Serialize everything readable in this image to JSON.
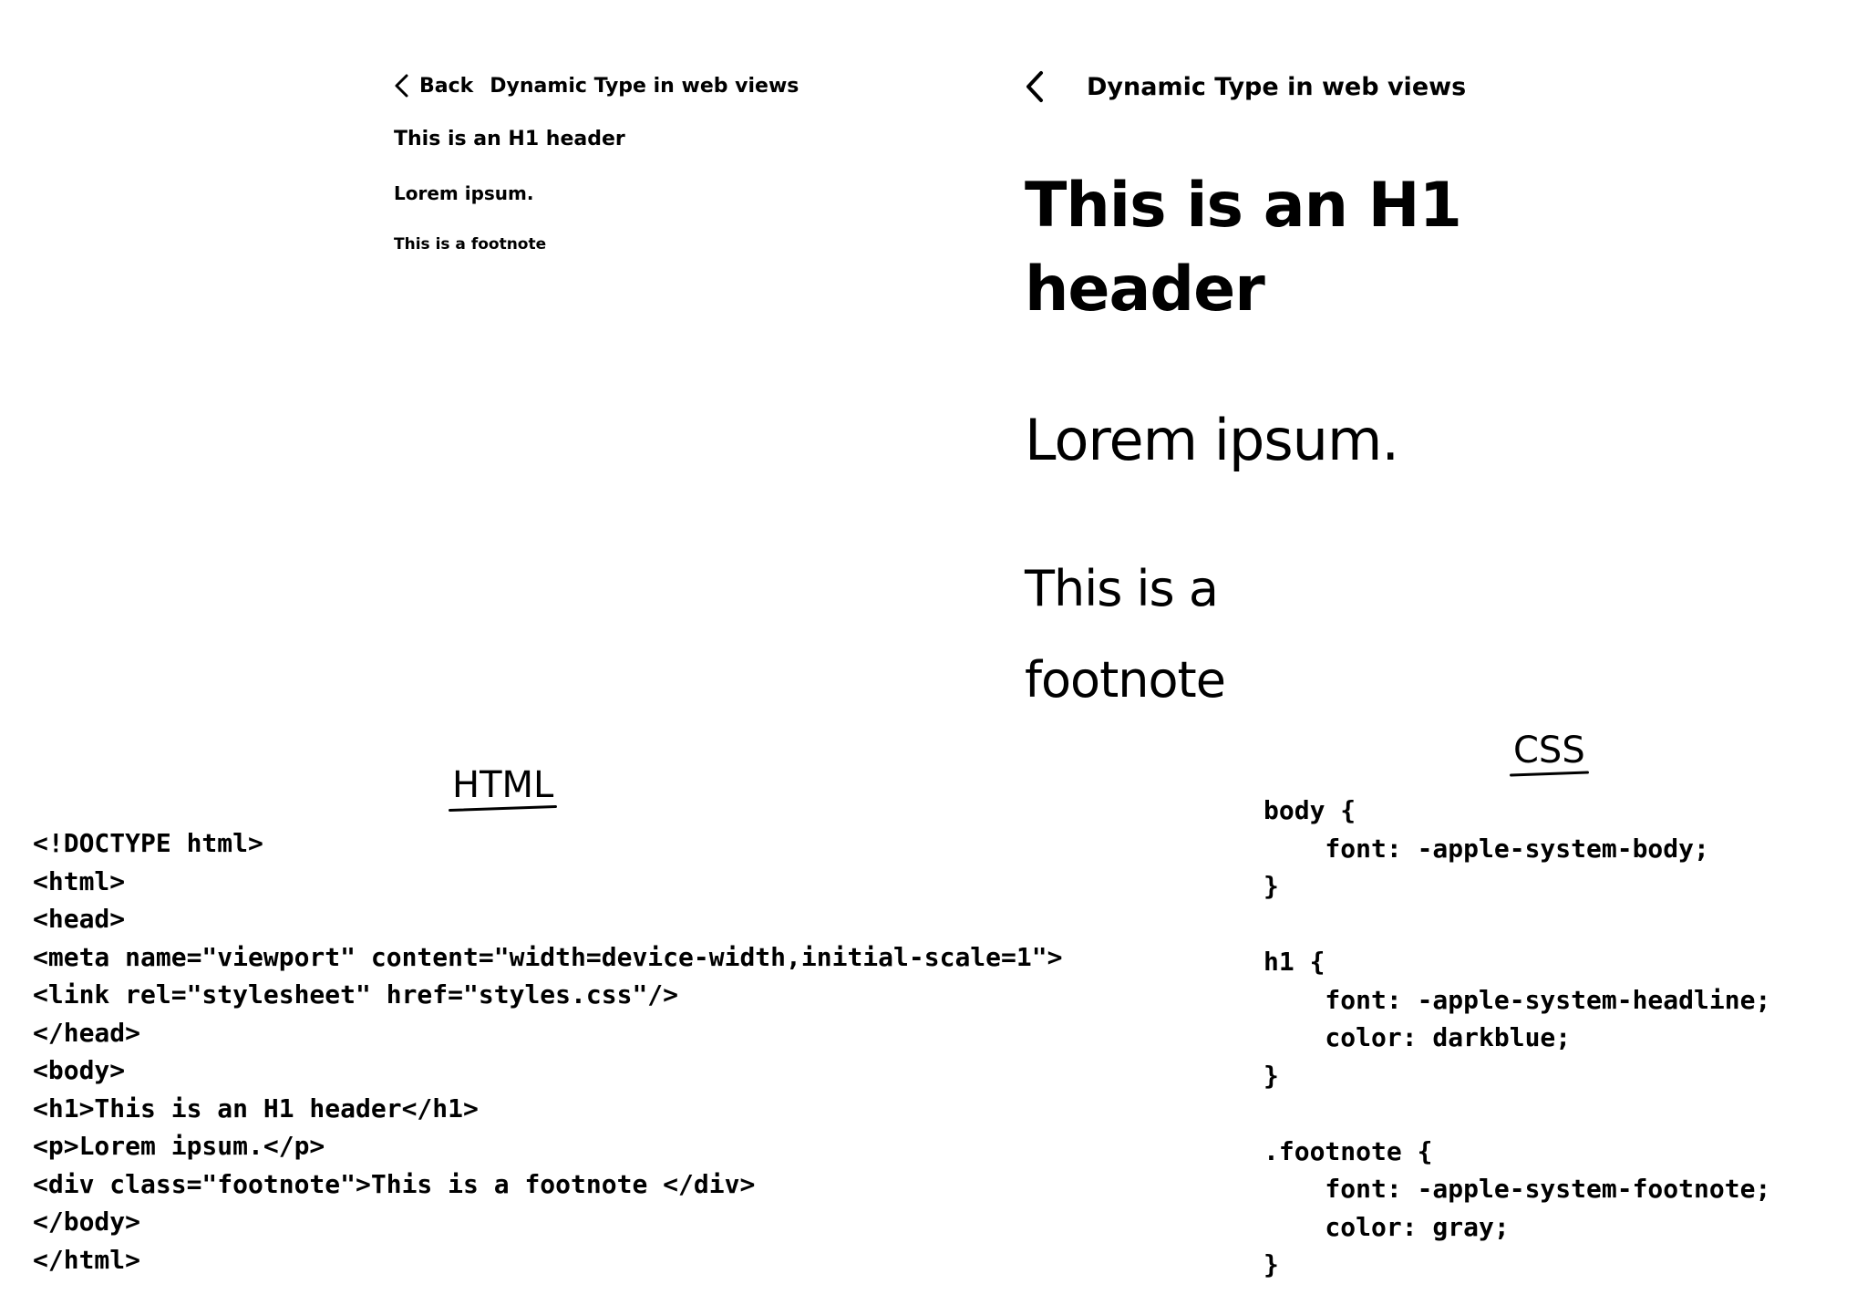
{
  "small_view": {
    "back_label": "Back",
    "title": "Dynamic Type in web views",
    "h1_text": "This is an H1 header",
    "p_text": "Lorem ipsum.",
    "footnote_text": "This is a footnote"
  },
  "large_view": {
    "title": "Dynamic Type in web views",
    "h1_text": "This is an H1 header",
    "p_text": "Lorem ipsum.",
    "footnote_text": "This is a footnote"
  },
  "html_section": {
    "label": "HTML",
    "lines": [
      "<!DOCTYPE html>",
      "<html>",
      "<head>",
      "<meta name=\"viewport\" content=\"width=device-width,initial-scale=1\">",
      "<link rel=\"stylesheet\" href=\"styles.css\"/>",
      "</head>",
      "<body>",
      "<h1>This is an H1 header</h1>",
      "<p>Lorem ipsum.</p>",
      "<div class=\"footnote\">This is a footnote </div>",
      "</body>",
      "</html>"
    ]
  },
  "css_section": {
    "label": "CSS",
    "lines": [
      "body {",
      "    font: -apple-system-body;",
      "}",
      "",
      "h1 {",
      "    font: -apple-system-headline;",
      "    color: darkblue;",
      "}",
      "",
      ".footnote {",
      "    font: -apple-system-footnote;",
      "    color: gray;",
      "}"
    ]
  }
}
